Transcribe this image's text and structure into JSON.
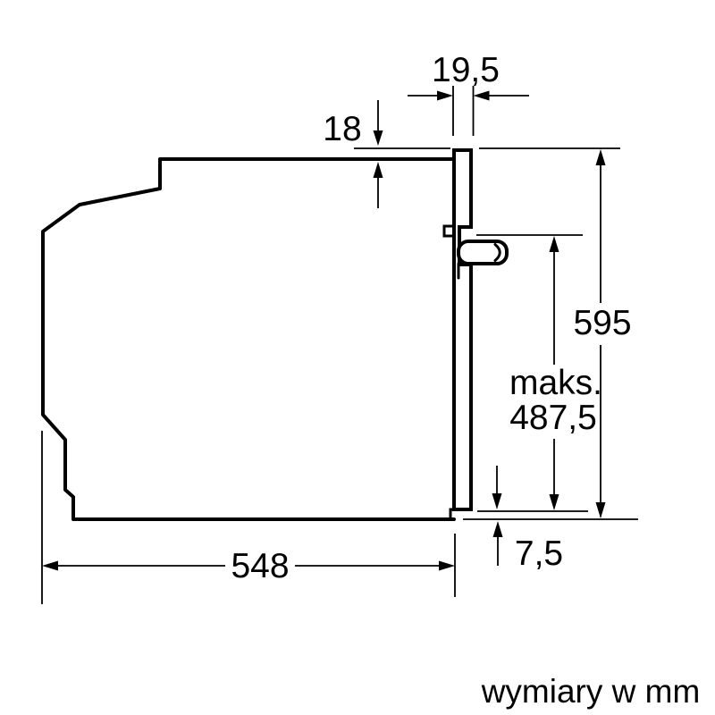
{
  "diagram": {
    "subject": "built-in oven side view dimension drawing",
    "background_color": "#ffffff",
    "line_color": "#000000",
    "caption": "wymiary w mm",
    "unit": "mm",
    "dimensions": {
      "door_thickness": "19,5",
      "top_overhang": "18",
      "total_height": "595",
      "max_label": "maks.",
      "max_value": "487,5",
      "bottom_clearance": "7,5",
      "depth": "548"
    }
  }
}
